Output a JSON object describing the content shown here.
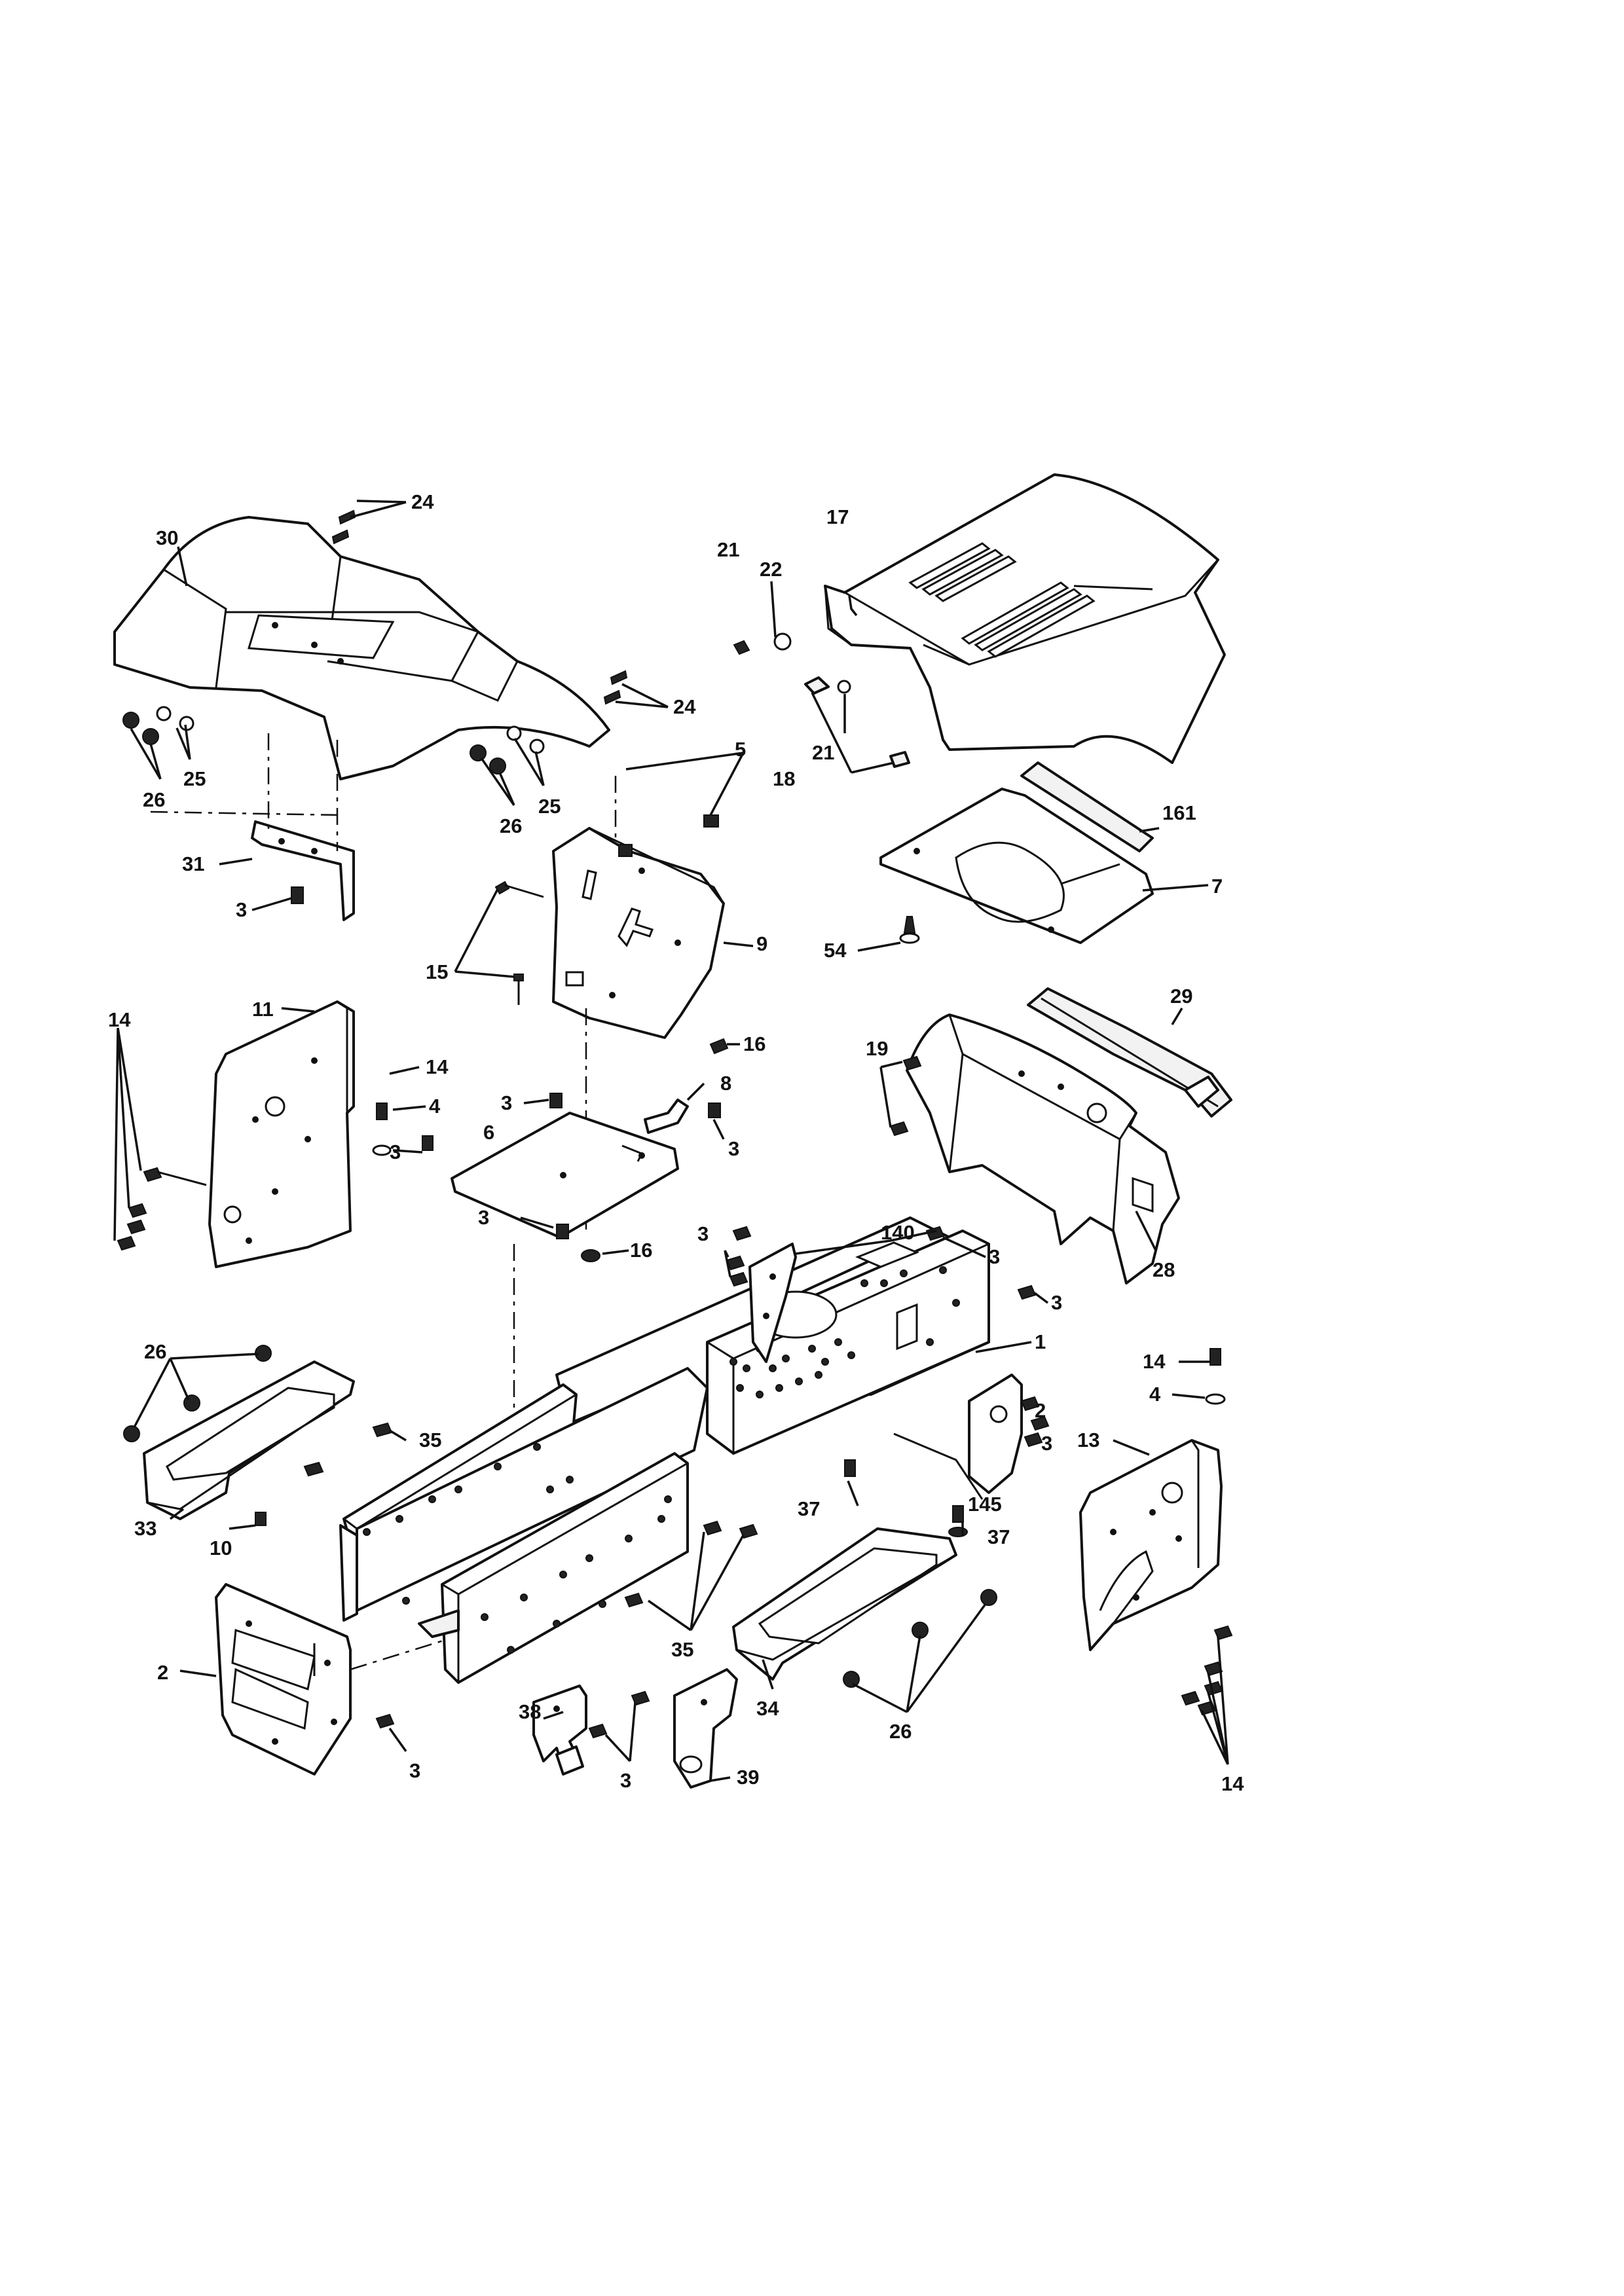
{
  "callouts": {
    "c30": "30",
    "c24a": "24",
    "c24b": "24",
    "c25a": "25",
    "c26a": "26",
    "c25b": "25",
    "c26b": "26",
    "c31": "31",
    "c3a": "3",
    "c17": "17",
    "c21a": "21",
    "c22": "22",
    "c21b": "21",
    "c18": "18",
    "c161": "161",
    "c7": "7",
    "c54": "54",
    "c5": "5",
    "c9": "9",
    "c15": "15",
    "c16a": "16",
    "c14a": "14",
    "c11": "11",
    "c14b": "14",
    "c4a": "4",
    "c3b": "3",
    "c3c": "3",
    "c6": "6",
    "c8": "8",
    "c3d": "3",
    "c3e": "3",
    "c16b": "16",
    "c19": "19",
    "c29": "29",
    "c28": "28",
    "c3f": "3",
    "c140": "140",
    "c3g": "3",
    "c3h": "3",
    "c1": "1",
    "c14c": "14",
    "c4b": "4",
    "c13": "13",
    "c2a": "2",
    "c3i": "3",
    "c37a": "37",
    "c145": "145",
    "c37b": "37",
    "c26c": "26",
    "c35a": "35",
    "c33": "33",
    "c10": "10",
    "c2b": "2",
    "c3j": "3",
    "c35b": "35",
    "c34": "34",
    "c26d": "26",
    "c38": "38",
    "c3k": "3",
    "c39": "39",
    "c14d": "14"
  },
  "colors": {
    "ink": "#111111",
    "paper": "#ffffff"
  }
}
